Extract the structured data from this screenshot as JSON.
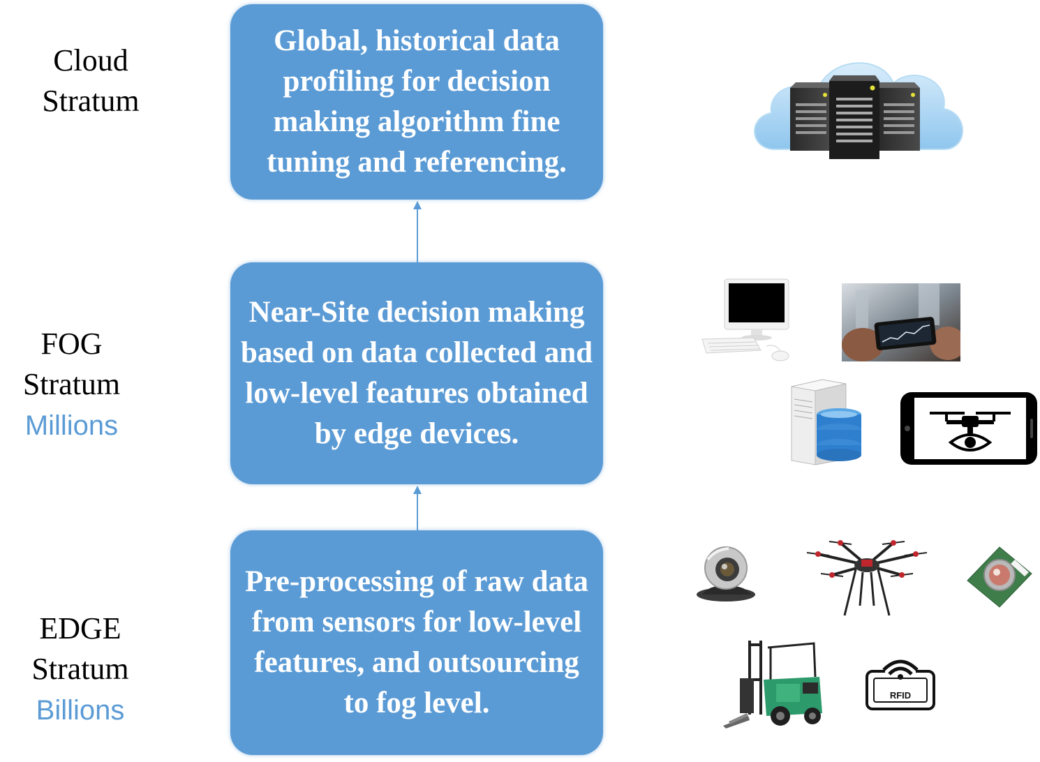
{
  "strata": [
    {
      "name": "Cloud",
      "word": "Stratum",
      "count": ""
    },
    {
      "name": "FOG",
      "word": "Stratum",
      "count": "Millions"
    },
    {
      "name": "EDGE",
      "word": "Stratum",
      "count": "Billions"
    }
  ],
  "boxes": {
    "cloud": "Global, historical data profiling for decision making algorithm fine tuning and referencing.",
    "fog": "Near-Site decision making based on data collected and low-level features obtained by edge devices.",
    "edge": "Pre-processing of raw data from sensors for low-level features, and outsourcing to fog level."
  },
  "icons": {
    "rfid_text": "RFID"
  },
  "colors": {
    "box": "#5b9bd5",
    "count_text": "#5b9bd5",
    "arrow": "#5b9bd5"
  }
}
